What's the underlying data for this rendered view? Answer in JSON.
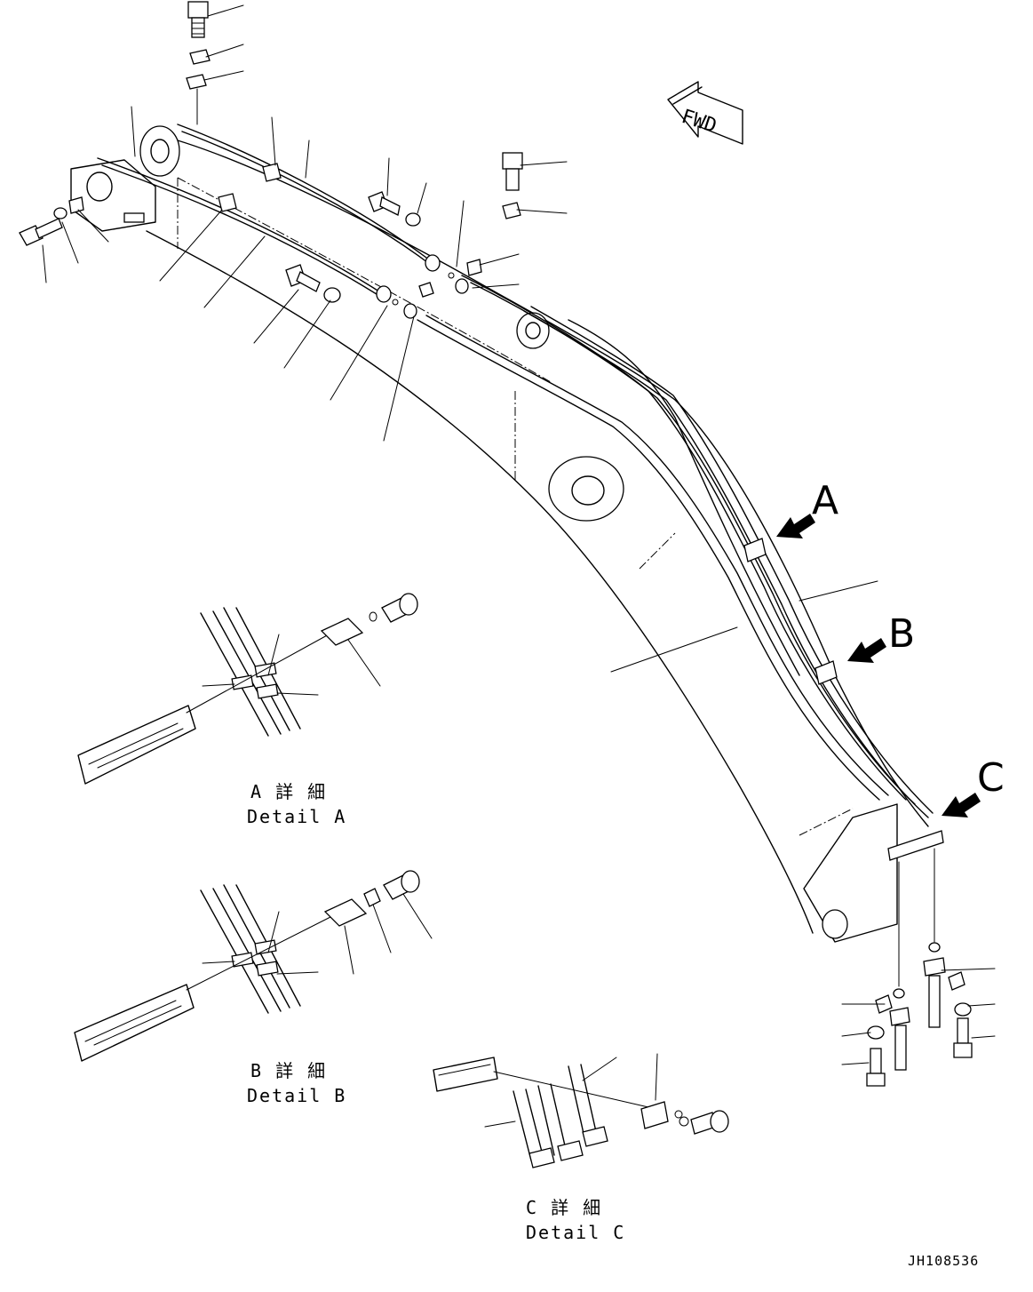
{
  "orientation": {
    "fwd_label": "FWD"
  },
  "callouts": {
    "a": "A",
    "b": "B",
    "c": "C"
  },
  "details": {
    "a": {
      "title_jp": "A 詳 細",
      "title_en": "Detail A"
    },
    "b": {
      "title_jp": "B 詳 細",
      "title_en": "Detail B"
    },
    "c": {
      "title_jp": "C 詳 細",
      "title_en": "Detail C"
    }
  },
  "drawing_id": "JH108536"
}
